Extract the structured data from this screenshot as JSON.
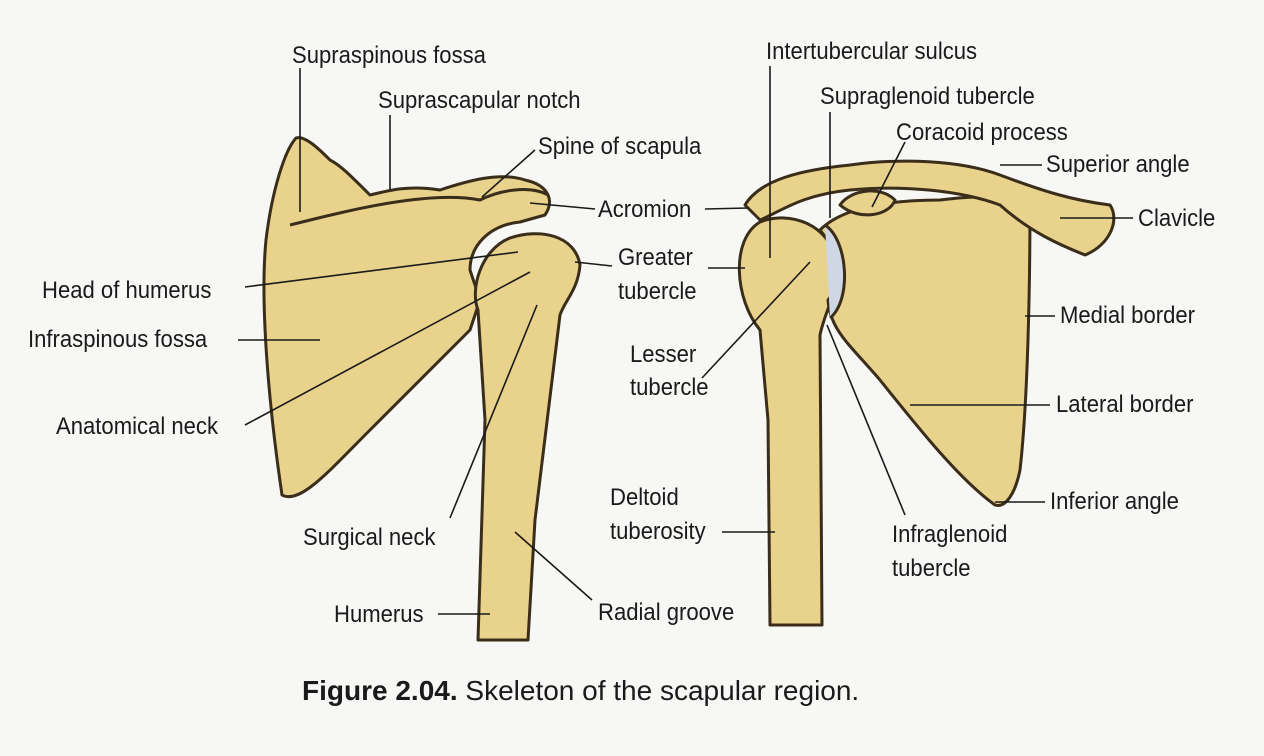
{
  "colors": {
    "bone": "#e8d28c",
    "outline": "#3a2e1a",
    "background": "#f7f7f5"
  },
  "labels": {
    "supraspinous_fossa": "Supraspinous fossa",
    "suprascapular_notch": "Suprascapular notch",
    "spine_of_scapula": "Spine of scapula",
    "acromion": "Acromion",
    "head_of_humerus": "Head of humerus",
    "infraspinous_fossa": "Infraspinous fossa",
    "anatomical_neck": "Anatomical neck",
    "surgical_neck": "Surgical neck",
    "humerus": "Humerus",
    "greater_tubercle_1": "Greater",
    "greater_tubercle_2": "tubercle",
    "radial_groove": "Radial groove",
    "lesser_tubercle_1": "Lesser",
    "lesser_tubercle_2": "tubercle",
    "deltoid_tuberosity_1": "Deltoid",
    "deltoid_tuberosity_2": "tuberosity",
    "intertubercular_sulcus": "Intertubercular sulcus",
    "supraglenoid_tubercle": "Supraglenoid tubercle",
    "coracoid_process": "Coracoid process",
    "superior_angle": "Superior angle",
    "clavicle": "Clavicle",
    "medial_border": "Medial border",
    "lateral_border": "Lateral border",
    "inferior_angle": "Inferior angle",
    "infraglenoid_tubercle_1": "Infraglenoid",
    "infraglenoid_tubercle_2": "tubercle"
  },
  "caption": {
    "number": "Figure 2.04.",
    "text": "Skeleton of the scapular region."
  }
}
